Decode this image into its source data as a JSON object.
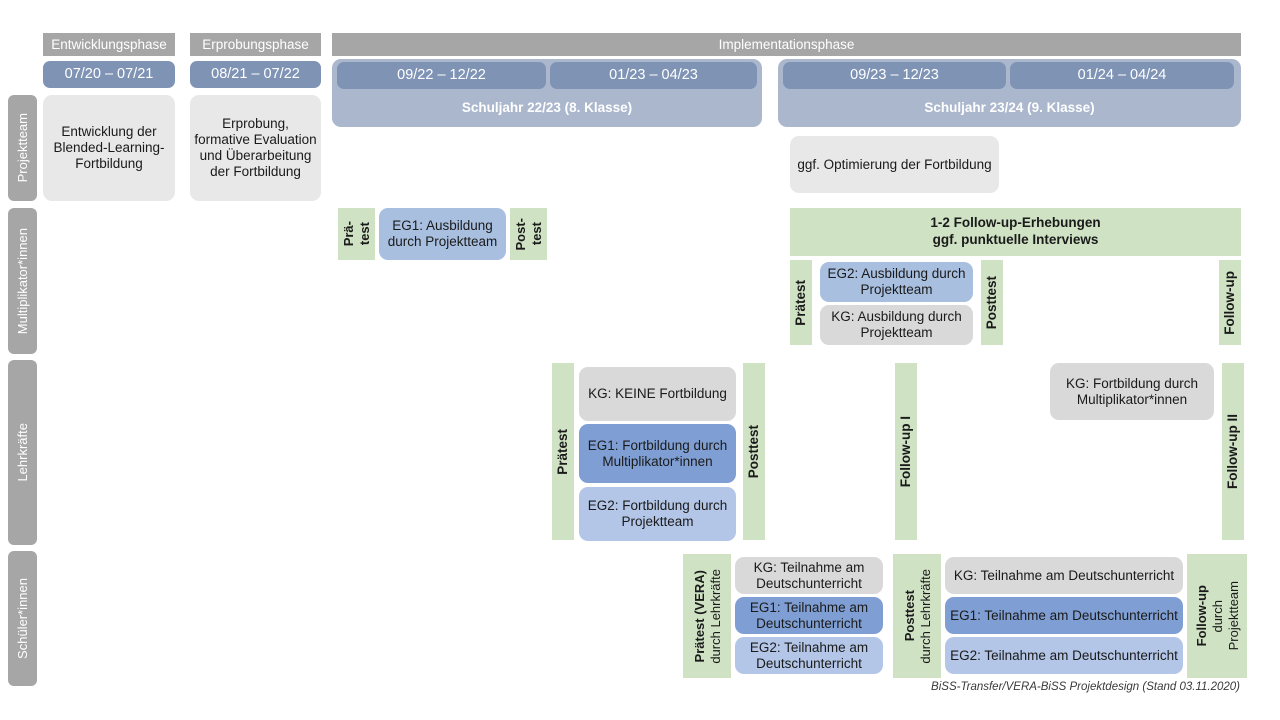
{
  "phases": [
    {
      "id": "entwicklung",
      "label": "Entwicklungsphase"
    },
    {
      "id": "erprobung",
      "label": "Erprobungsphase"
    },
    {
      "id": "implementation",
      "label": "Implementationsphase"
    }
  ],
  "date_chips": [
    {
      "id": "d1",
      "label": "07/20 – 07/21"
    },
    {
      "id": "d2",
      "label": "08/21 – 07/22"
    },
    {
      "id": "d3",
      "label": "09/22 – 12/22"
    },
    {
      "id": "d4",
      "label": "01/23 – 04/23"
    },
    {
      "id": "d5",
      "label": "09/23 – 12/23"
    },
    {
      "id": "d6",
      "label": "01/24 – 04/24"
    }
  ],
  "school_years": [
    {
      "id": "sy1",
      "label": "Schuljahr 22/23 (8. Klasse)"
    },
    {
      "id": "sy2",
      "label": "Schuljahr 23/24 (9. Klasse)"
    }
  ],
  "row_labels": [
    {
      "id": "projektteam",
      "label": "Projektteam"
    },
    {
      "id": "multiplikatorinnen",
      "label": "Multiplikator*innen"
    },
    {
      "id": "lehrkraefte",
      "label": "Lehrkräfte"
    },
    {
      "id": "schuelerinnen",
      "label": "Schüler*innen"
    }
  ],
  "projektteam": {
    "entwicklung": "Entwicklung der Blended-Learning-Fortbildung",
    "erprobung": "Erprobung, formative Evaluation und Überarbeitung der Fortbildung",
    "optimierung": "ggf. Optimierung der Fortbildung"
  },
  "multiplikatoren": {
    "praetest_line1": "Prä-",
    "praetest_line2": "test",
    "eg1": "EG1: Ausbildung durch Projektteam",
    "posttest_line1": "Post-",
    "posttest_line2": "test",
    "followup_banner_line1": "1-2 Follow-up-Erhebungen",
    "followup_banner_line2": "ggf. punktuelle Interviews",
    "praetest2": "Prätest",
    "eg2": "EG2: Ausbildung durch Projektteam",
    "kg": "KG: Ausbildung durch Projektteam",
    "posttest2": "Posttest",
    "followup": "Follow-up"
  },
  "lehrkraefte": {
    "praetest": "Prätest",
    "kg": "KG:  KEINE Fortbildung",
    "eg1": "EG1: Fortbildung durch Multiplikator*innen",
    "eg2": "EG2: Fortbildung durch Projektteam",
    "posttest": "Posttest",
    "followup1": "Follow-up I",
    "kg_fortbildung": "KG: Fortbildung durch Multiplikator*innen",
    "followup2": "Follow-up II"
  },
  "schueler": {
    "praetest_bold": "Prätest (VERA)",
    "praetest_reg": "durch Lehrkräfte",
    "kg_left": "KG: Teilnahme am Deutschunterricht",
    "eg1_left": "EG1: Teilnahme am Deutschunterricht",
    "eg2_left": "EG2: Teilnahme am Deutschunterricht",
    "posttest_bold": "Posttest",
    "posttest_reg": "durch Lehrkräfte",
    "kg_right": "KG: Teilnahme am Deutschunterricht",
    "eg1_right": "EG1: Teilnahme am Deutschunterricht",
    "eg2_right": "EG2: Teilnahme am Deutschunterricht",
    "followup_bold": "Follow-up",
    "followup_reg1": "durch",
    "followup_reg2": "Projektteam"
  },
  "footer": "BiSS-Transfer/VERA-BiSS Projektdesign (Stand 03.11.2020)",
  "colors": {
    "phase_gray": "#a6a6a6",
    "date_chip": "#7f93b5",
    "year_band": "#aab7cd",
    "green": "#cfe2c4",
    "blue_dark": "#7f9fd4",
    "blue_mid": "#a8bfe0",
    "blue_light": "#b3c6e7",
    "card_gray": "#e8e8e8"
  }
}
